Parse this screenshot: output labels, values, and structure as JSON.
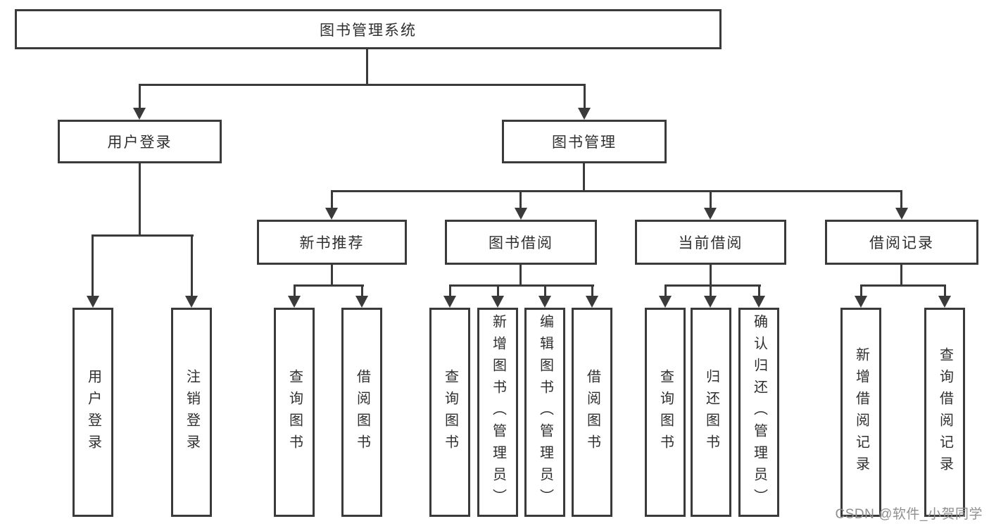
{
  "tree": {
    "root": {
      "label": "图书管理系统",
      "children": [
        {
          "label": "用户登录",
          "children": [
            {
              "label": "用户登录"
            },
            {
              "label": "注销登录"
            }
          ]
        },
        {
          "label": "图书管理",
          "children": [
            {
              "label": "新书推荐",
              "children": [
                {
                  "label": "查询图书"
                },
                {
                  "label": "借阅图书"
                }
              ]
            },
            {
              "label": "图书借阅",
              "children": [
                {
                  "label": "查询图书"
                },
                {
                  "label": "新增图书（管理员）"
                },
                {
                  "label": "编辑图书（管理员）"
                },
                {
                  "label": "借阅图书"
                }
              ]
            },
            {
              "label": "当前借阅",
              "children": [
                {
                  "label": "查询图书"
                },
                {
                  "label": "归还图书"
                },
                {
                  "label": "确认归还（管理员）"
                }
              ]
            },
            {
              "label": "借阅记录",
              "children": [
                {
                  "label": "新增借阅记录"
                },
                {
                  "label": "查询借阅记录"
                }
              ]
            }
          ]
        }
      ]
    }
  },
  "watermark": {
    "text": "CSDN @软件_小贺同学"
  },
  "colors": {
    "line": "#3a3a3a",
    "box_border": "#3a3a3a",
    "text": "#2f2f2f",
    "watermark": "#8f8f8f",
    "background": "#ffffff"
  }
}
